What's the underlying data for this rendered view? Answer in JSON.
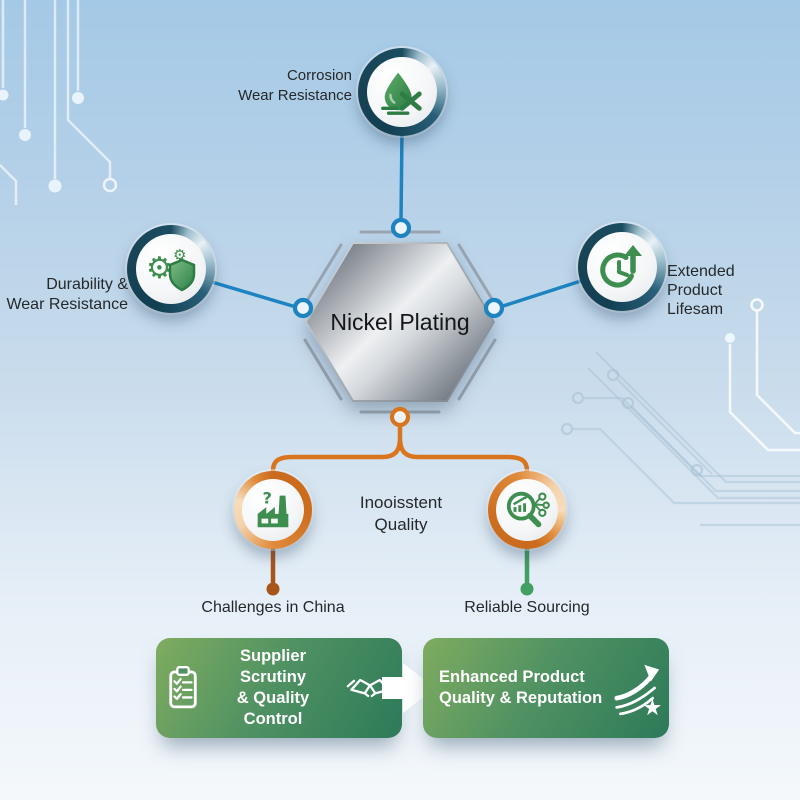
{
  "center": {
    "label_lines": [
      "Nickel",
      "Plating"
    ]
  },
  "benefit_nodes": [
    {
      "id": "corrosion",
      "label_lines": [
        "Corrosion",
        "Wear Resistance"
      ],
      "icon": "no-corrosion-droplet-icon"
    },
    {
      "id": "durability",
      "label_lines": [
        "Durability &",
        "Wear Resistance"
      ],
      "icon": "gears-shield-icon"
    },
    {
      "id": "lifespan",
      "label_lines": [
        "Extended",
        "Product",
        "Lifesam"
      ],
      "icon": "clock-arrow-up-icon"
    }
  ],
  "challenge_nodes": {
    "center_label_lines": [
      "Inooisstent",
      "Quality"
    ],
    "left": {
      "label": "Challenges in China",
      "icon": "factory-question-icon"
    },
    "right": {
      "label": "Reliable Sourcing",
      "icon": "magnifier-analysis-icon"
    }
  },
  "process_banner": {
    "step1": {
      "lines": [
        "Supplier Scrutiny",
        "& Quality Control"
      ],
      "icons": [
        "clipboard-checklist-icon",
        "handshake-icon"
      ]
    },
    "arrow_icon": "right-block-arrow-icon",
    "step2": {
      "lines": [
        "Enhanced Product",
        "Quality & Reputation"
      ],
      "icons": [
        "growth-arrow-star-icon"
      ]
    }
  },
  "colors": {
    "blue_connector": "#1d83c1",
    "orange_connector": "#d9751f",
    "brown_stem": "#a8551c",
    "green_stem": "#41a062",
    "icon_green": "#3e8e4f",
    "banner_green_light": "#7fac60",
    "banner_green_dark": "#2d7a59",
    "hexagon_silver": "#aeb3b9"
  }
}
